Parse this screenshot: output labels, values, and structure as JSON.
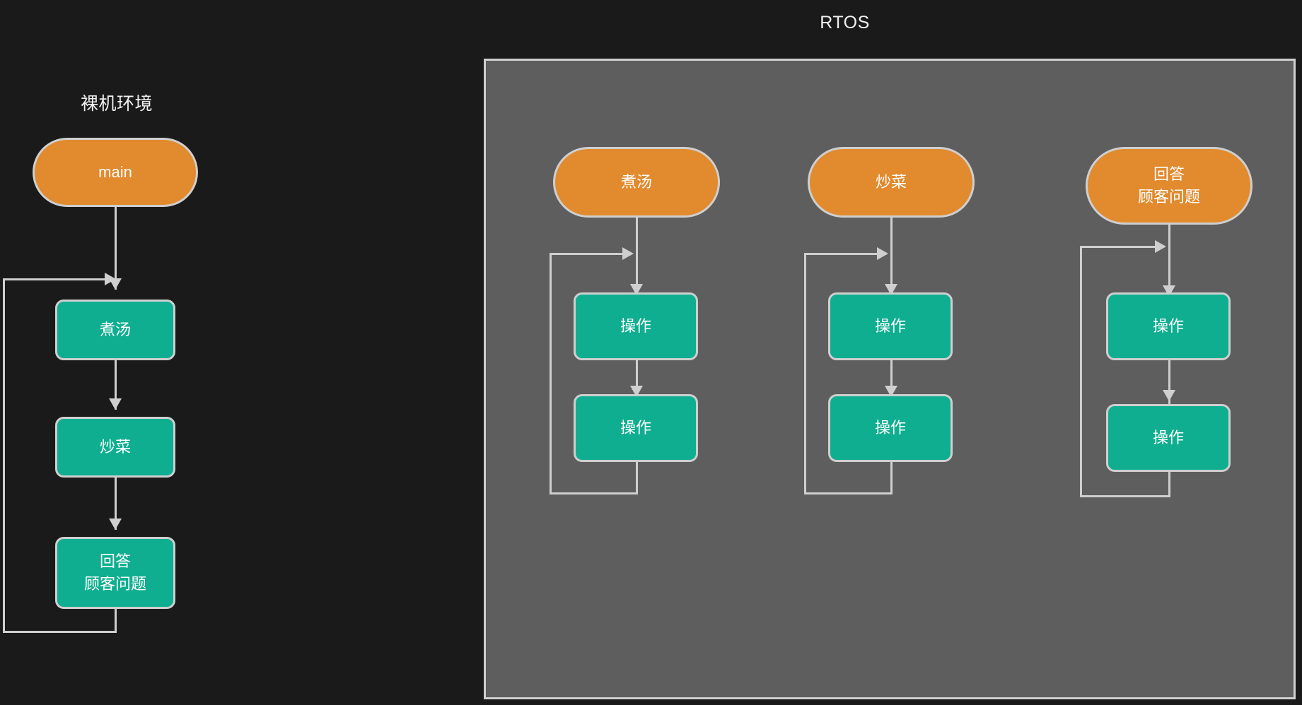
{
  "theme": {
    "background": "#1a1a1a",
    "panel_fill": "#5e5e5e",
    "stroke": "#cfcfcf",
    "task_fill": "#e18a2e",
    "operation_fill": "#0fae90",
    "text": "#ffffff"
  },
  "bare_metal": {
    "title": "裸机环境",
    "entry": {
      "label": "main"
    },
    "steps": [
      {
        "label": "煮汤"
      },
      {
        "label": "炒菜"
      },
      {
        "label_line1": "回答",
        "label_line2": "顾客问题"
      }
    ]
  },
  "rtos": {
    "title": "RTOS",
    "tasks": [
      {
        "label": "煮汤",
        "operations": [
          {
            "label": "操作"
          },
          {
            "label": "操作"
          }
        ]
      },
      {
        "label": "炒菜",
        "operations": [
          {
            "label": "操作"
          },
          {
            "label": "操作"
          }
        ]
      },
      {
        "label_line1": "回答",
        "label_line2": "顾客问题",
        "operations": [
          {
            "label": "操作"
          },
          {
            "label": "操作"
          }
        ]
      }
    ]
  }
}
